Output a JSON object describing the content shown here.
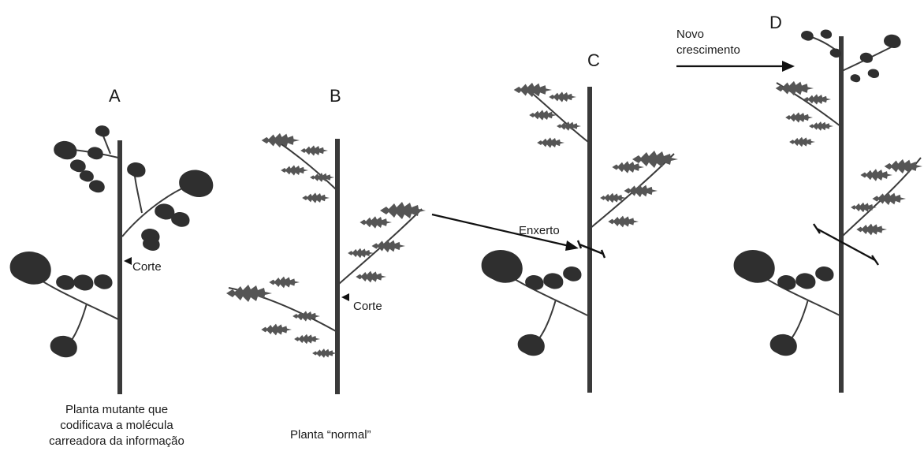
{
  "panels": {
    "a": {
      "letter": "A",
      "cut_label": "Corte"
    },
    "b": {
      "letter": "B",
      "cut_label": "Corte"
    },
    "c": {
      "letter": "C",
      "graft_label": "Enxerto"
    },
    "d": {
      "letter": "D",
      "growth_label_line1": "Novo",
      "growth_label_line2": "crescimento"
    }
  },
  "captions": {
    "a_line1": "Planta mutante que",
    "a_line2": "codificava a molécula",
    "a_line3": "carreadora da informação",
    "b": "Planta “normal”"
  },
  "colors": {
    "background": "#ffffff",
    "mutant_leaf": "#2f2f2f",
    "normal_leaf": "#555555",
    "stem": "#3a3a3a"
  }
}
